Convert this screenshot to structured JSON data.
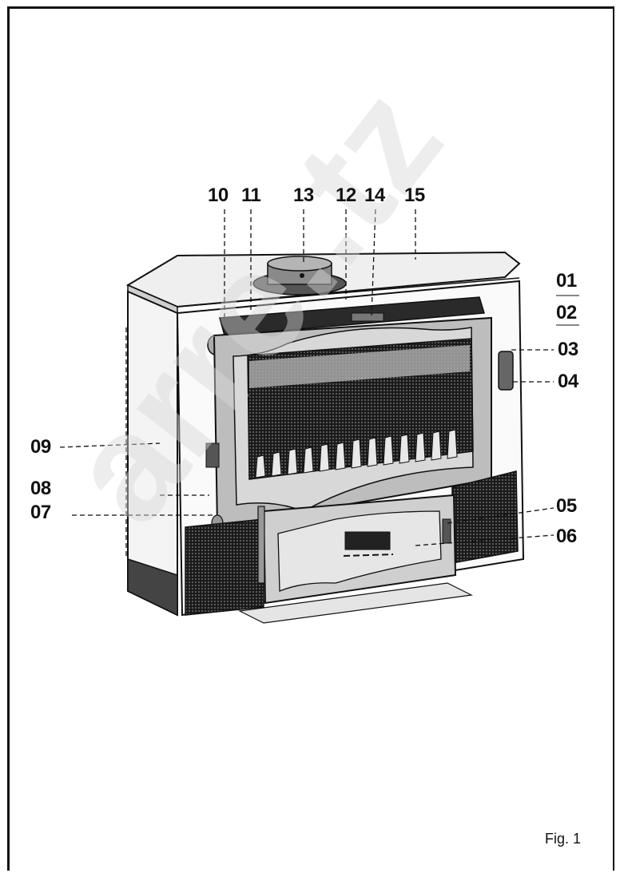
{
  "figure": {
    "caption": "Fig. 1",
    "callouts": {
      "c10": "10",
      "c11": "11",
      "c13": "13",
      "c12": "12",
      "c14": "14",
      "c15": "15",
      "c01": "01",
      "c02": "02",
      "c03": "03",
      "c04": "04",
      "c09": "09",
      "c08": "08",
      "c07": "07",
      "c05": "05",
      "c06": "06"
    },
    "watermark": "arre..tz"
  },
  "colors": {
    "ink": "#111111",
    "paper": "#ffffff",
    "dark_fill": "#2a2a2a",
    "mid_fill": "#9a9a9a"
  }
}
